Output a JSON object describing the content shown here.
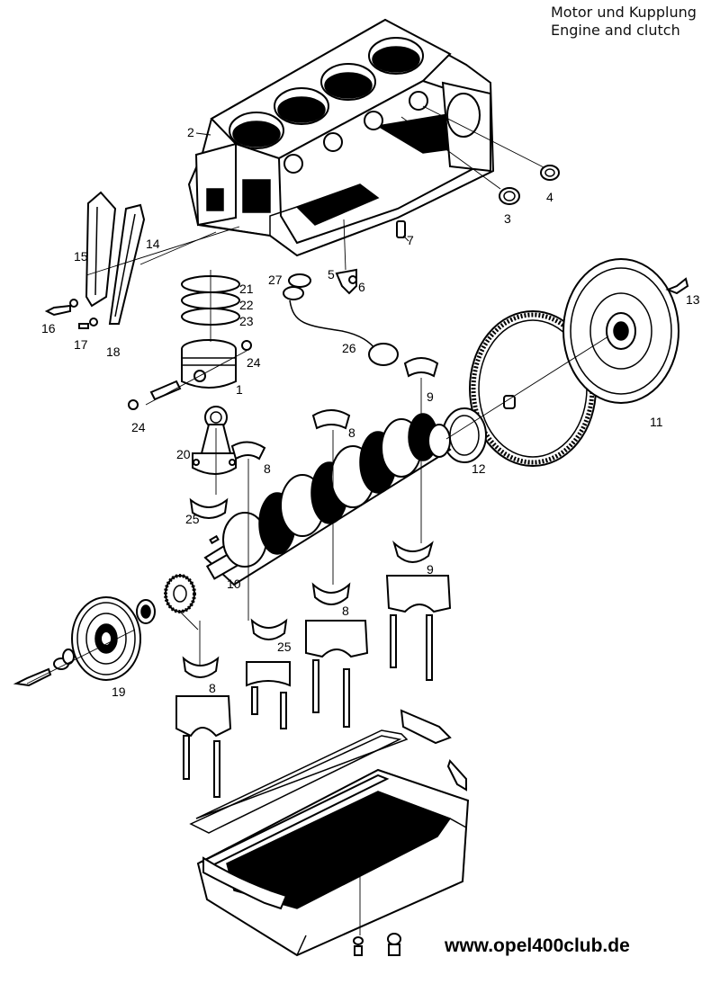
{
  "title": {
    "line1": "Motor und Kupplung",
    "line2": "Engine and clutch"
  },
  "website": "www.opel400club.de",
  "parts": [
    {
      "id": "engine-block",
      "label": "2"
    },
    {
      "id": "bearing-shell-3",
      "label": "3"
    },
    {
      "id": "bearing-shell-4",
      "label": "4"
    },
    {
      "id": "bracket-5",
      "label": "5"
    },
    {
      "id": "bolt-6",
      "label": "6"
    },
    {
      "id": "dowel-7",
      "label": "7"
    },
    {
      "id": "gasket-27",
      "label": "27"
    },
    {
      "id": "timing-guide-15",
      "label": "15"
    },
    {
      "id": "timing-guide-14",
      "label": "14"
    },
    {
      "id": "bolt-16",
      "label": "16"
    },
    {
      "id": "screw-17",
      "label": "17"
    },
    {
      "id": "washer-18",
      "label": "18"
    },
    {
      "id": "piston-ring-21",
      "label": "21"
    },
    {
      "id": "piston-ring-22",
      "label": "22"
    },
    {
      "id": "piston-ring-23",
      "label": "23"
    },
    {
      "id": "clip-24a",
      "label": "24"
    },
    {
      "id": "piston-1",
      "label": "1"
    },
    {
      "id": "clip-24b",
      "label": "24"
    },
    {
      "id": "oil-pickup-26",
      "label": "26"
    },
    {
      "id": "bearing-9a",
      "label": "9"
    },
    {
      "id": "flywheel-bolt-13",
      "label": "13"
    },
    {
      "id": "flywheel-11",
      "label": "11"
    },
    {
      "id": "seal-12",
      "label": "12"
    },
    {
      "id": "bearing-8a",
      "label": "8"
    },
    {
      "id": "bearing-8b",
      "label": "8"
    },
    {
      "id": "con-rod-20",
      "label": "20"
    },
    {
      "id": "bearing-25a",
      "label": "25"
    },
    {
      "id": "crankshaft-10",
      "label": "10"
    },
    {
      "id": "bearing-9b",
      "label": "9"
    },
    {
      "id": "bearing-8c",
      "label": "8"
    },
    {
      "id": "bearing-25b",
      "label": "25"
    },
    {
      "id": "pulley-19",
      "label": "19"
    },
    {
      "id": "bearing-8d",
      "label": "8"
    }
  ]
}
